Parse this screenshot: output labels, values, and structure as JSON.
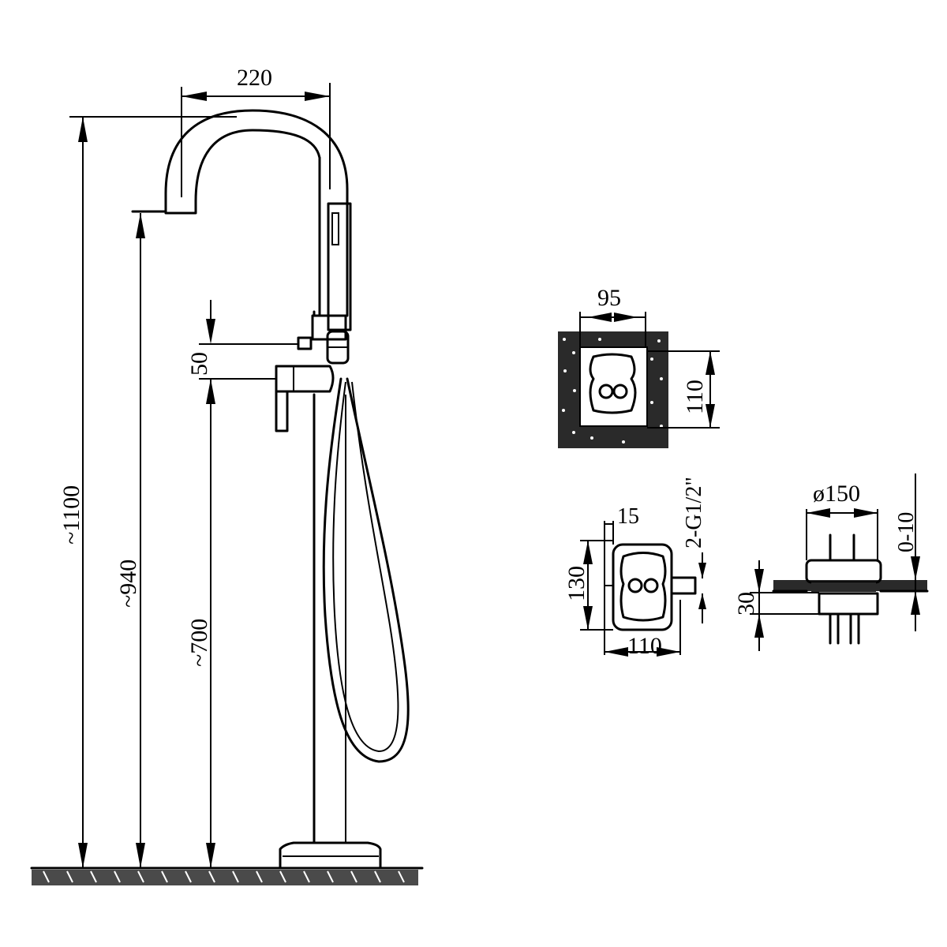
{
  "dimensions": {
    "spout_reach": "220",
    "total_height": "~1100",
    "spout_height": "~940",
    "mixer_height": "~700",
    "mixer_offset": "50",
    "box_width": "95",
    "box_height": "110",
    "plate_pitch": "15",
    "thread": "2-G1/2\"",
    "plate_height": "130",
    "plate_width": "110",
    "flange_diameter": "ø150",
    "adjust_range": "0-10",
    "recess_depth": "30"
  }
}
